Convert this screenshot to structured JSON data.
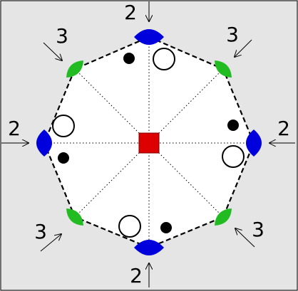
{
  "colors": {
    "background": "#e5e5e5",
    "disc": "#ffffff",
    "dash": "#000000",
    "axis_blue": "#0000dd",
    "diag_green": "#22bb22",
    "center_red": "#dd0000",
    "dot_black": "#000000"
  },
  "labels": {
    "top": "2",
    "bottom": "2",
    "left": "2",
    "right": "2",
    "top_left": "3",
    "top_right": "3",
    "bottom_left": "3",
    "bottom_right": "3"
  }
}
